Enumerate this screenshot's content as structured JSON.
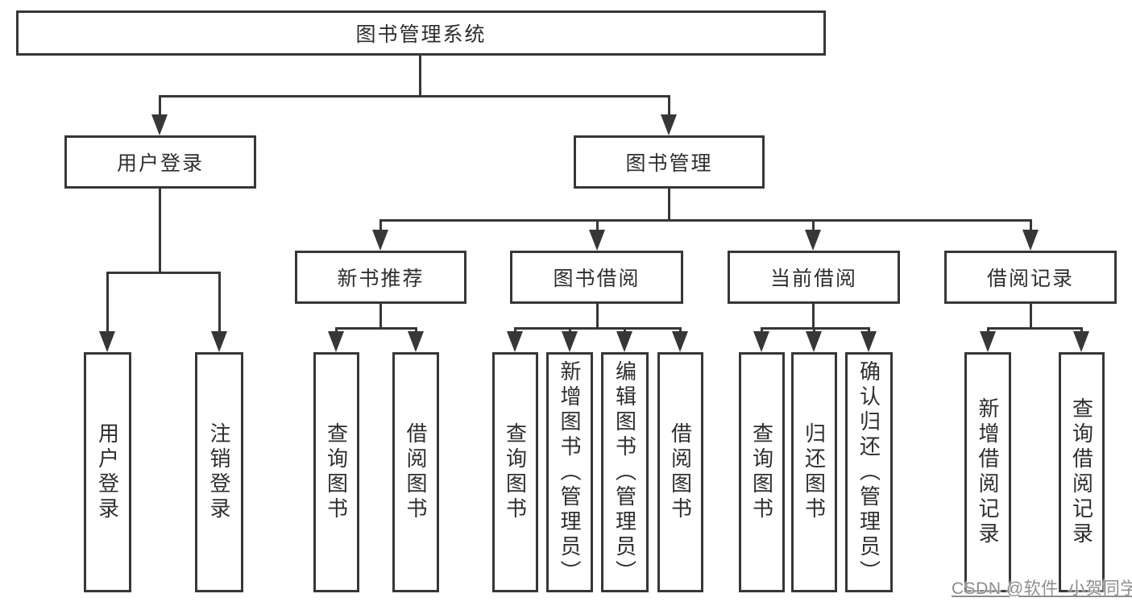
{
  "nodes": {
    "root": "图书管理系统",
    "level2": [
      "用户登录",
      "图书管理"
    ],
    "level3": [
      "新书推荐",
      "图书借阅",
      "当前借阅",
      "借阅记录"
    ],
    "leaves_login": [
      "用户登录",
      "注销登录"
    ],
    "leaves_recommend": [
      "查询图书",
      "借阅图书"
    ],
    "leaves_borrow": [
      "查询图书",
      "新增图书（管理员）",
      "编辑图书（管理员）",
      "借阅图书"
    ],
    "leaves_current": [
      "查询图书",
      "归还图书",
      "确认归还（管理员）"
    ],
    "leaves_records": [
      "新增借阅记录",
      "查询借阅记录"
    ]
  },
  "watermark": {
    "text": "CSDN @软件_小贺同学"
  },
  "colors": {
    "line": "#373737",
    "text": "#2e2e2e",
    "box_background": "#ffffff",
    "watermark_text": "#8d8d8d",
    "background": "#ffffff"
  }
}
